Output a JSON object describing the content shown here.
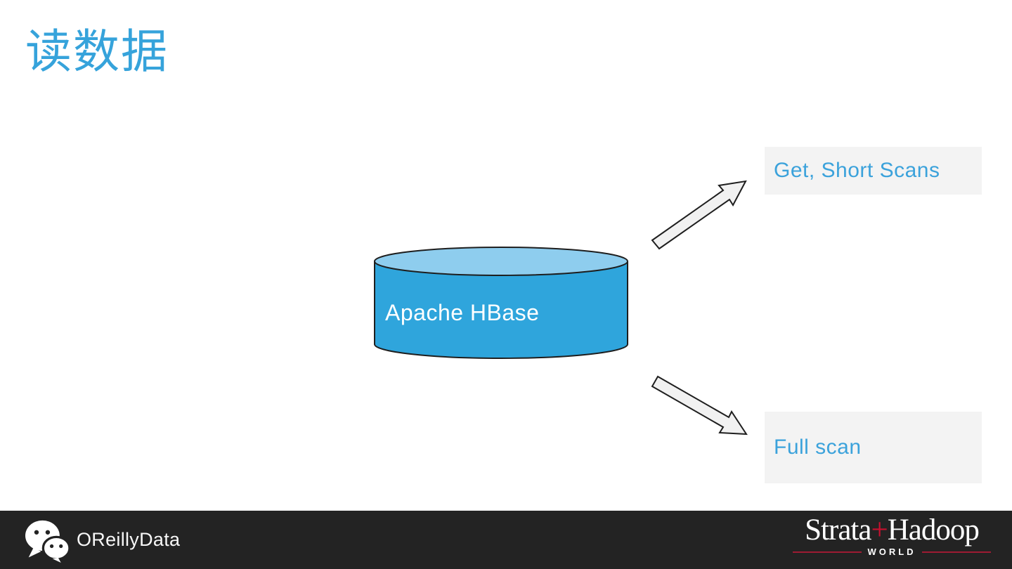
{
  "slide": {
    "title": "读数据",
    "diagram": {
      "database_label": "Apache HBase",
      "read_paths": [
        {
          "label": "Get, Short Scans",
          "arrow_icon": "up-right-block-arrow-icon"
        },
        {
          "label": "Full scan",
          "arrow_icon": "down-right-block-arrow-icon"
        }
      ],
      "shapes": {
        "database_shape": "cylinder-icon"
      }
    },
    "colors": {
      "accent_blue": "#36A3DB",
      "cylinder_body": "#2FA5DC",
      "cylinder_top": "#8ECDEE",
      "label_box_bg": "#F3F3F3",
      "arrow_fill": "#F1F1F1",
      "footer_bg": "#232323",
      "logo_red": "#C8102E"
    },
    "footer": {
      "left_logo_icon": "wechat-icon",
      "left_brand": "OReillyData",
      "right_brand": {
        "strata": "Strata",
        "plus": "+",
        "hadoop": "Hadoop",
        "world": "WORLD"
      }
    }
  }
}
